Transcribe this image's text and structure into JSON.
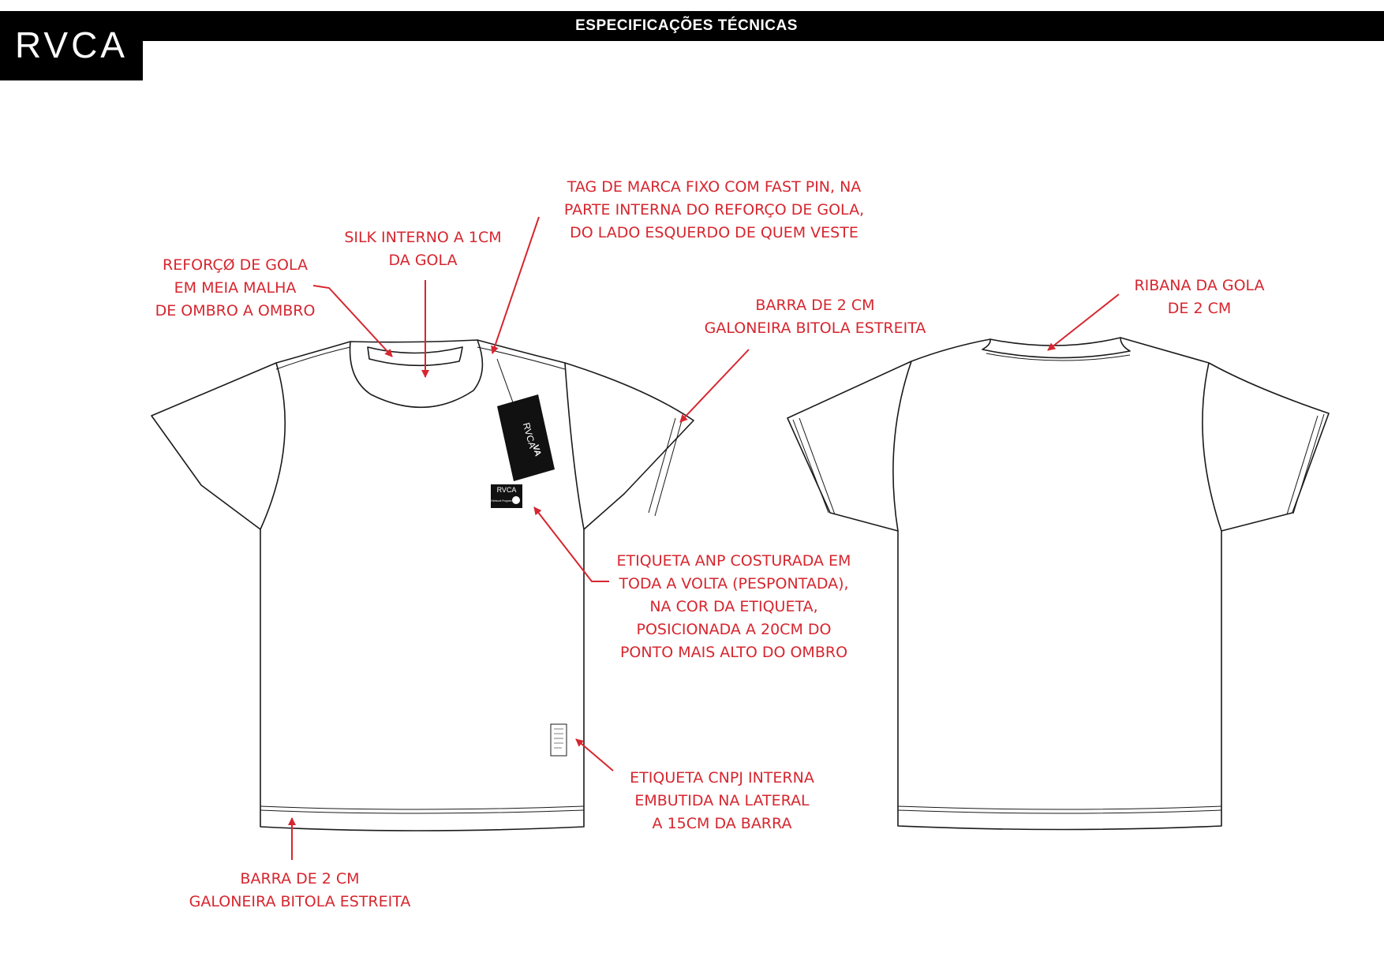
{
  "header": {
    "brand": "RVCA",
    "title": "ESPECIFICAÇÕES TÉCNICAS"
  },
  "tag_labels": {
    "hang_tag_brand": "RVCA",
    "hang_tag_mark": "VA",
    "anp_label_brand": "RVCA",
    "anp_label_text": "Artist Network Program"
  },
  "callouts": {
    "reforco_gola": "REFORÇØ DE GOLA\nEM MEIA MALHA\nDE OMBRO A OMBRO",
    "silk_interno": "SILK INTERNO A 1CM\nDA GOLA",
    "tag_marca": "TAG DE MARCA FIXO COM FAST PIN, NA\nPARTE INTERNA DO REFORÇO DE GOLA,\nDO LADO ESQUERDO  DE QUEM VESTE",
    "barra_manga": "BARRA DE 2 CM\nGALONEIRA BITOLA ESTREITA",
    "etiqueta_anp": "ETIQUETA ANP COSTURADA EM\nTODA A VOLTA (PESPONTADA),\nNA COR DA ETIQUETA,\nPOSICIONADA A 20CM DO\nPONTO MAIS ALTO DO OMBRO",
    "etiqueta_cnpj": "ETIQUETA CNPJ INTERNA\nEMBUTIDA NA LATERAL\nA 15CM DA BARRA",
    "barra_base": "BARRA DE 2 CM\nGALONEIRA BITOLA ESTREITA",
    "ribana_gola": "RIBANA DA GOLA\nDE 2 CM"
  },
  "colors": {
    "annotation": "#d6262f",
    "line": "#1a1a1a",
    "header_bg": "#000000"
  }
}
